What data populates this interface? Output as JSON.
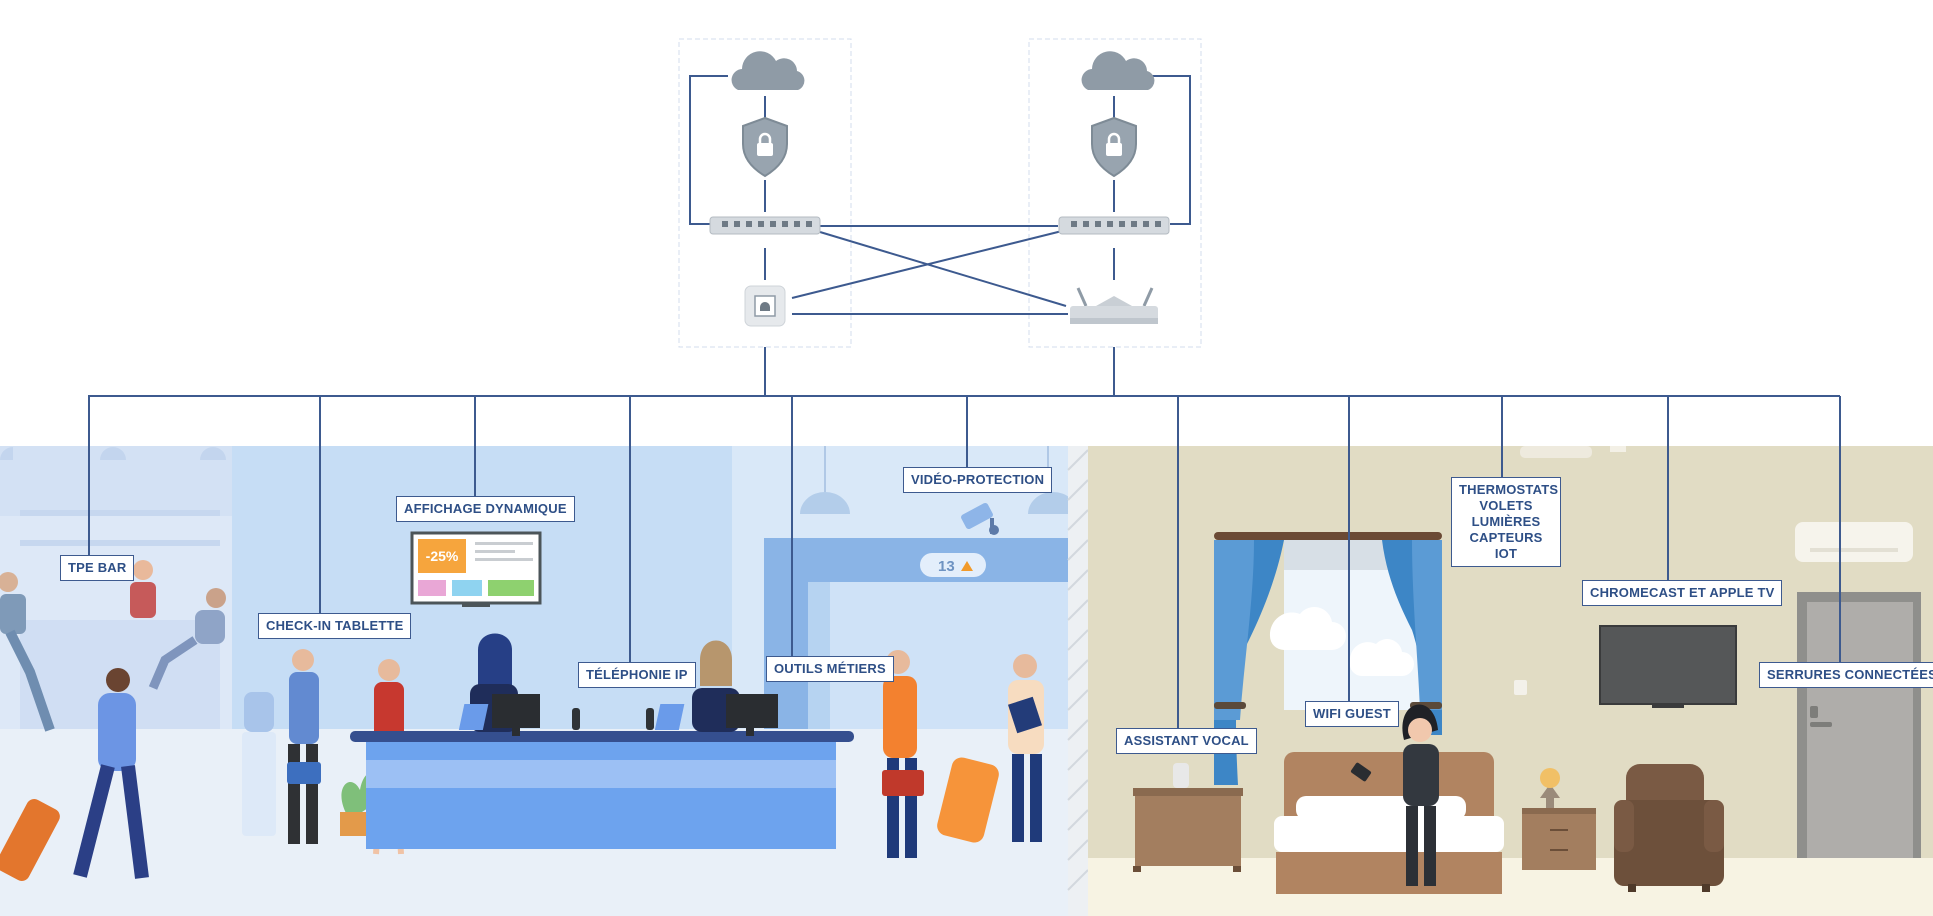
{
  "labels": {
    "tpe_bar": "TPE BAR",
    "checkin_tablette": "CHECK-IN TABLETTE",
    "affichage_dynamique": "AFFICHAGE DYNAMIQUE",
    "telephonie_ip": "TÉLÉPHONIE IP",
    "outils_metiers": "OUTILS MÉTIERS",
    "video_protection": "VIDÉO-PROTECTION",
    "thermostats": [
      "THERMOSTATS",
      "VOLETS",
      "LUMIÈRES",
      "CAPTEURS IOT"
    ],
    "chromecast": "CHROMECAST ET APPLE TV",
    "serrures": "SERRURES CONNECTÉES",
    "assistant_vocal": "ASSISTANT VOCAL",
    "wifi_guest": "WIFI GUEST"
  },
  "screen_promo": "-25%",
  "elevator_floor": "13",
  "icons": [
    "cloud-icon",
    "shield-lock-icon",
    "network-switch-icon",
    "access-point-icon",
    "wifi-router-icon",
    "security-camera-icon"
  ],
  "colors": {
    "network_line": "#3d5a8f",
    "lobby_wall": "#c6ddf5",
    "room_wall": "#e1dcc4",
    "device_gray": "#8f9ba6",
    "promo_orange": "#f6a53d"
  }
}
